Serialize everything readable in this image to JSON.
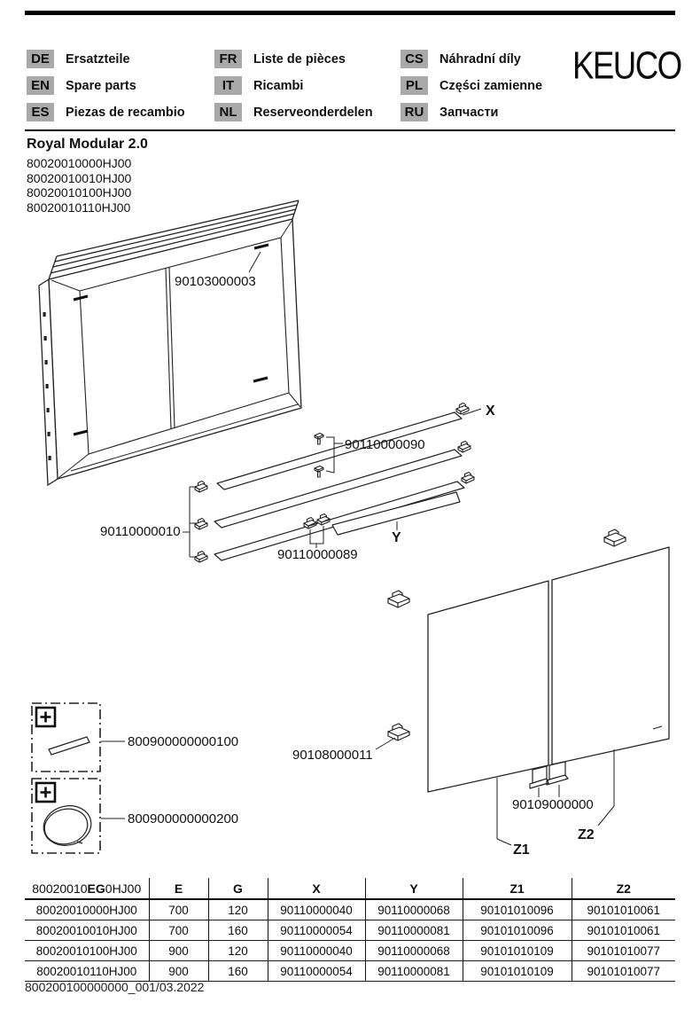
{
  "header": {
    "logo": "KEUCO",
    "badge_bg": "#a9a9a9",
    "languages": [
      {
        "code": "DE",
        "label": "Ersatzteile"
      },
      {
        "code": "EN",
        "label": "Spare parts"
      },
      {
        "code": "ES",
        "label": "Piezas de recambio"
      },
      {
        "code": "FR",
        "label": "Liste de pièces"
      },
      {
        "code": "IT",
        "label": "Ricambi"
      },
      {
        "code": "NL",
        "label": "Reserveonderdelen"
      },
      {
        "code": "CS",
        "label": "Náhradní díly"
      },
      {
        "code": "PL",
        "label": "Części zamienne"
      },
      {
        "code": "RU",
        "label": "Запчасти"
      }
    ]
  },
  "product": {
    "title": "Royal Modular 2.0",
    "codes": [
      "80020010000HJ00",
      "80020010010HJ00",
      "80020010100HJ00",
      "80020010110HJ00"
    ]
  },
  "diagram": {
    "labels": {
      "frame_screw": "90103000003",
      "shelf_screw": "90110000090",
      "shelf_clip": "90110000010",
      "center_clip": "90110000089",
      "door_clip": "90108000011",
      "door_bracket": "90109000000",
      "ref_x": "X",
      "ref_y": "Y",
      "ref_z1": "Z1",
      "ref_z2": "Z2",
      "accessory_light": "800900000000100",
      "accessory_mirror": "800900000000200"
    }
  },
  "table": {
    "header": {
      "col1_pre": "80020010",
      "col1_bold": "EG",
      "col1_post": "0HJ00",
      "cols": [
        "E",
        "G",
        "X",
        "Y",
        "Z1",
        "Z2"
      ]
    },
    "rows": [
      [
        "80020010000HJ00",
        "700",
        "120",
        "90110000040",
        "90110000068",
        "90101010096",
        "90101010061"
      ],
      [
        "80020010010HJ00",
        "700",
        "160",
        "90110000054",
        "90110000081",
        "90101010096",
        "90101010061"
      ],
      [
        "80020010100HJ00",
        "900",
        "120",
        "90110000040",
        "90110000068",
        "90101010109",
        "90101010077"
      ],
      [
        "80020010110HJ00",
        "900",
        "160",
        "90110000054",
        "90110000081",
        "90101010109",
        "90101010077"
      ]
    ]
  },
  "footer": {
    "doc_number": "800200100000000_001/03.2022"
  }
}
